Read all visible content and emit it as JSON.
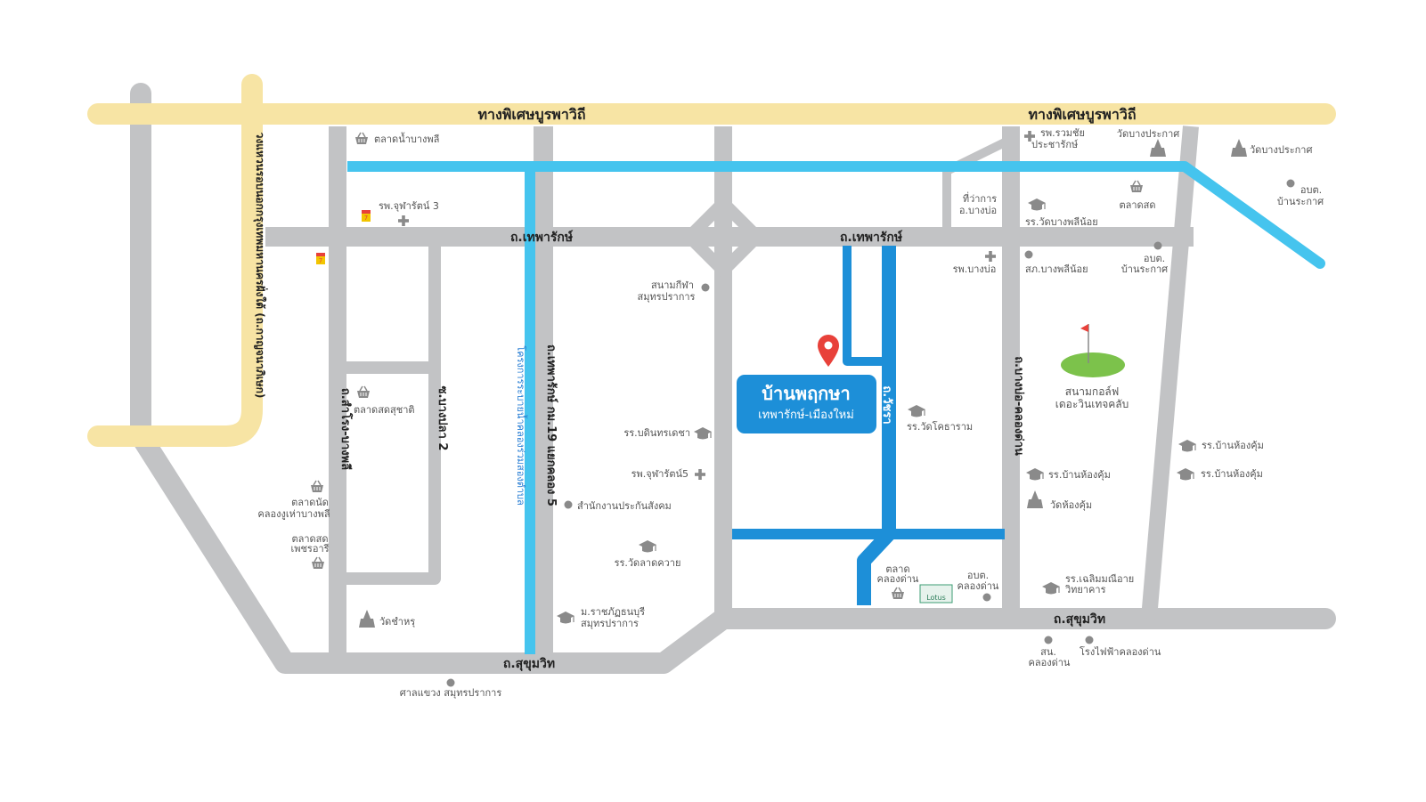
{
  "colors": {
    "road_gray": "#c2c3c5",
    "expressway_yellow": "#f7e4a4",
    "canal_light": "#45c4ee",
    "canal_dark": "#1d8fd8",
    "project_box": "#1d8fd8",
    "pin_red": "#e8413a",
    "poi_dot": "#8a8a8a",
    "golf_green": "#7cc24b"
  },
  "roads": {
    "bang_na_trad_left": "ทางพิเศษบูรพาวิถี",
    "bang_na_trad_right": "ทางพิเศษบูรพาวิถี",
    "kanchanaphisek": "วงแหวนรอบนอกกรุงเทพมหานครฝั่งใต้ (ถ.กาญจนาภิเษก)",
    "theparak_left": "ถ.เทพารักษ์",
    "theparak_right": "ถ.เทพารักษ์",
    "samrong_bang_phli": "ถ.สำโรง-บางพลี",
    "soi_bang_pla_2": "ซ.บางปลา 2",
    "theparak_km19": "ถ.เทพารักษ์ กม.19 แยกคลอง 5",
    "khlong_project": "โครงการระบายน้ำคลองร่วมสองตำบล",
    "wachira": "ถ.วัชรา",
    "bang_bo_khlong_dan": "ถ.บางบ่อ-คลองด่าน",
    "sukhumvit_left": "ถ.สุขุมวิท",
    "sukhumvit_right": "ถ.สุขุมวิท"
  },
  "project": {
    "title": "บ้านพฤกษา",
    "subtitle": "เทพารักษ์-เมืองใหม่"
  },
  "golf": {
    "line1": "สนามกอล์ฟ",
    "line2": "เดอะวินเทจคลับ"
  },
  "pois": {
    "market_bang_phli": "ตลาดน้ำบางพลี",
    "hospital_chularat3": "รพ.จุฬารัตน์ 3",
    "market_suchart": "ตลาดสดสุชาติ",
    "market_khlong_ngu": [
      "ตลาดนัด",
      "คลองงูเห่าบางพลี"
    ],
    "market_phetcharee": [
      "ตลาดสด",
      "เพชรอารี"
    ],
    "wat_chamru": "วัดชำหรุ",
    "court": "ศาลแขวง สมุทรปราการ",
    "stadium": [
      "สนามกีฬา",
      "สมุทรปราการ"
    ],
    "school_bodindecha": "รร.บดินทรเดชา",
    "hospital_chularat5": "รพ.จุฬารัตน์5",
    "office_insurance": "สำนักงานประกันสังคม",
    "school_wat_lat_kwai": "รร.วัดลาดควาย",
    "rajabhat": [
      "ม.ราชภัฏธนบุรี",
      "สมุทรปราการ"
    ],
    "district_office": [
      "ที่ว่าการ",
      "อ.บางบ่อ"
    ],
    "hospital_bang_bo": "รพ.บางบ่อ",
    "school_wat_khot": "รร.วัดโคธาราม",
    "market_khlong_dan": [
      "ตลาด",
      "คลองด่าน"
    ],
    "lotus": "Lotus",
    "obt_khlong_dan": [
      "อบต.",
      "คลองด่าน"
    ],
    "hospital_ruamchai": [
      "รพ.รวมชัย",
      "ประชารักษ์"
    ],
    "wat_bang_prakat_1": "วัดบางประกาศ",
    "wat_bang_prakat_2": "วัดบางประกาศ",
    "obt_ban_rakat_1": [
      "อบต.",
      "บ้านระกาศ"
    ],
    "market_sod": "ตลาดสด",
    "school_bang_phli_noi": "รร.วัดบางพลีน้อย",
    "police_bang_phli_noi": "สภ.บางพลีน้อย",
    "obt_ban_rakat_2": [
      "อบต.",
      "บ้านระกาศ"
    ],
    "school_ban_hong_khum_1": "รร.บ้านห้องคุ้ม",
    "school_ban_hong_khum_2": "รร.บ้านห้องคุ้ม",
    "school_ban_hong_khum_3": "รร.บ้านห้องคุ้ม",
    "wat_hong_khum": "วัดห้องคุ้ม",
    "school_chaloem": [
      "รร.เฉลิมมณีอาย",
      "วิทยาคาร"
    ],
    "police_khlong_dan": [
      "สน.",
      "คลองด่าน"
    ],
    "power_plant": "โรงไฟฟ้าคลองด่าน"
  }
}
